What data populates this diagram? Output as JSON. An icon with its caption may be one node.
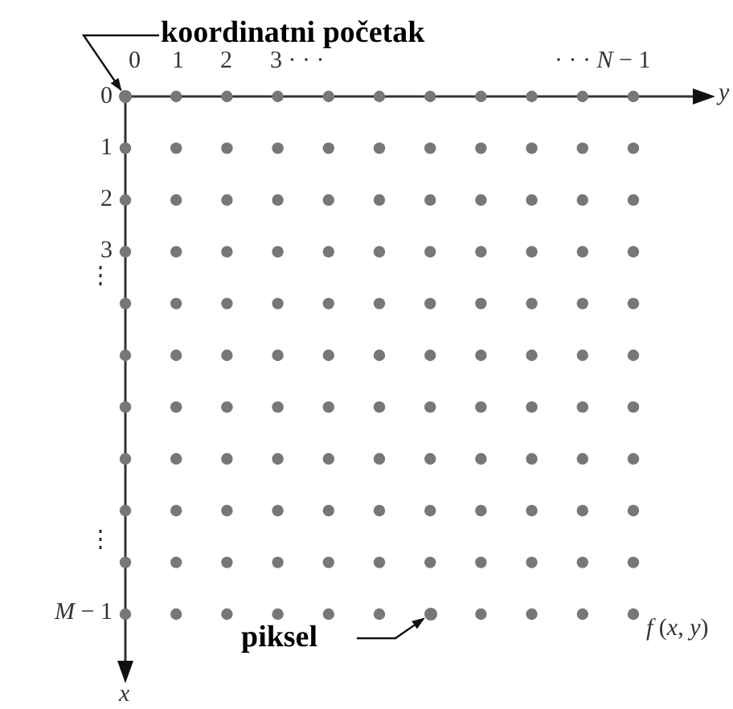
{
  "diagram": {
    "nodes": [
      {
        "text": [
          "koordinatni početak"
        ]
      },
      {
        "text": [],
        "shape": "circle"
      },
      {
        "text": [
          "piksel"
        ]
      },
      {
        "text": [],
        "shape": "circle"
      }
    ],
    "edges": [
      {
        "from": 0,
        "to": 1,
        "arrow": "to"
      },
      {
        "from": 2,
        "to": 3,
        "arrow": "to"
      }
    ],
    "labels": [
      "0",
      "1",
      "2",
      "3 · · ·",
      "· · · *N* − 1",
      "0",
      "y",
      "1",
      "2",
      "3",
      "⋮",
      "⋮",
      "*M* − 1",
      "*f* (*x*, *y*)",
      "x"
    ]
  }
}
